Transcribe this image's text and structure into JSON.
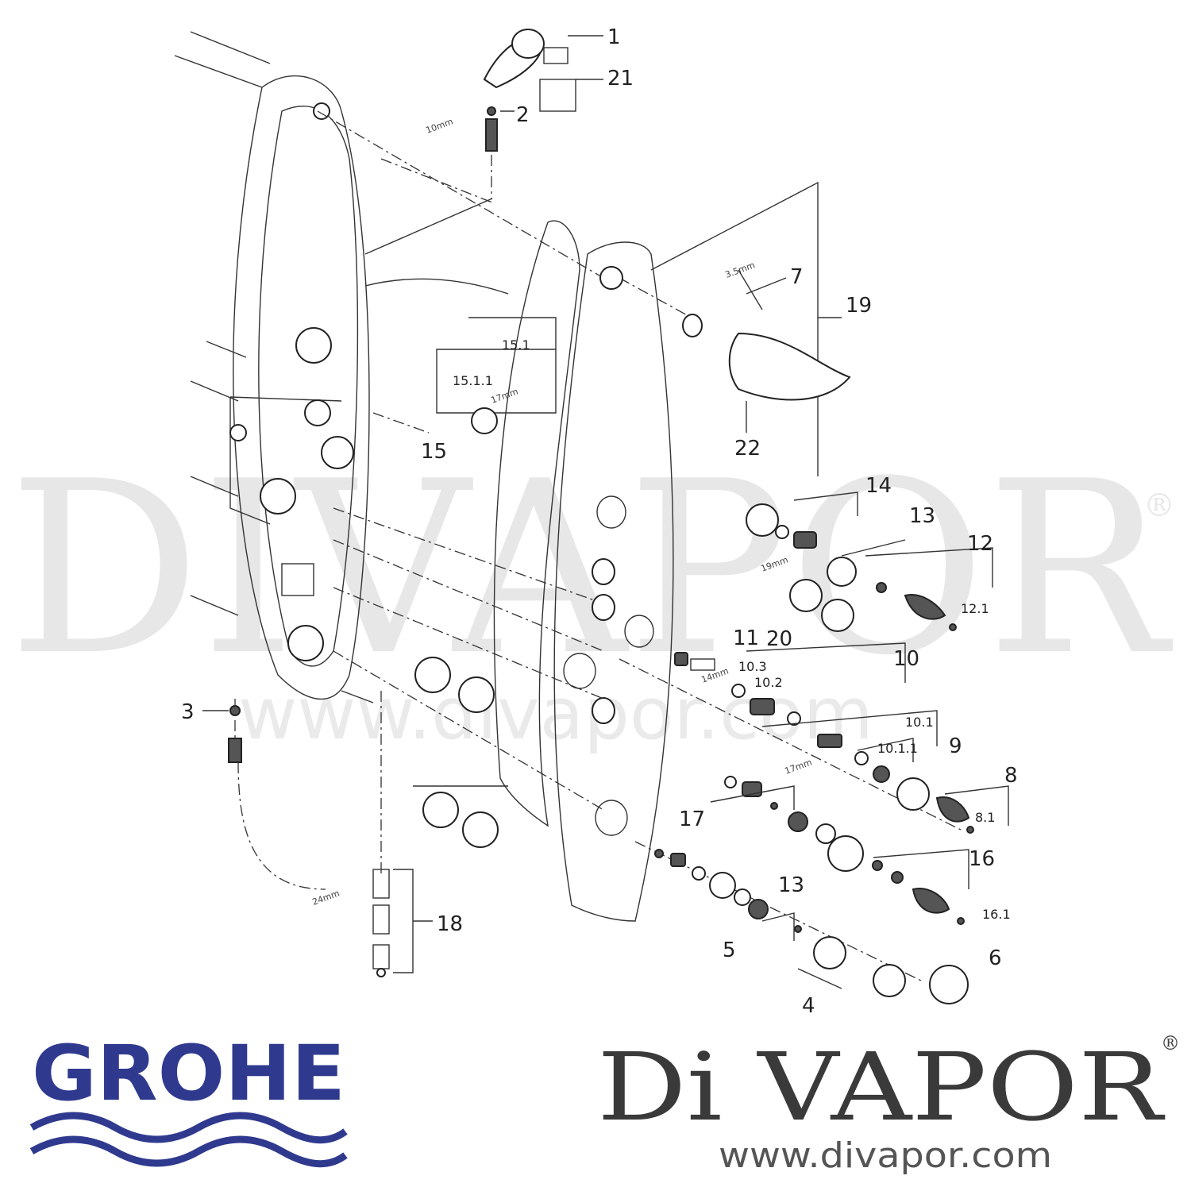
{
  "watermark": {
    "text": "DIVAPOR",
    "registered": "®",
    "url": "www.divapor.com"
  },
  "brands": {
    "left_logo": "GROHE",
    "right_logo": "Di VAPOR",
    "right_registered": "®",
    "right_url": "www.divapor.com"
  },
  "part_labels": [
    "1",
    "2",
    "3",
    "4",
    "5",
    "6",
    "7",
    "8",
    "8.1",
    "9",
    "10",
    "10.1",
    "10.1.1",
    "10.2",
    "10.3",
    "11",
    "12",
    "12.1",
    "13",
    "13",
    "14",
    "15",
    "15.1",
    "15.1.1",
    "16",
    "16.1",
    "17",
    "18",
    "19",
    "20",
    "21",
    "22"
  ],
  "tool_sizes": [
    "10mm",
    "3.5mm",
    "17mm",
    "19mm",
    "14mm",
    "17mm",
    "24mm"
  ]
}
